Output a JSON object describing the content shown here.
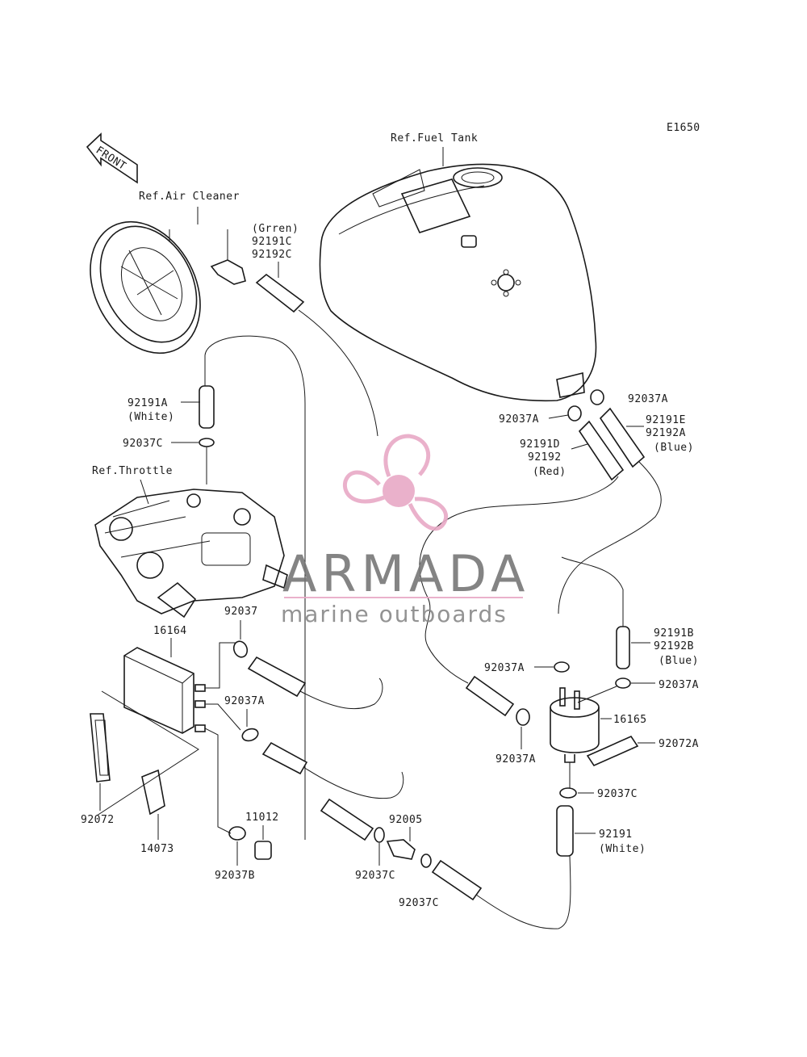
{
  "diagram": {
    "code": "E1650",
    "front_label": "FRONT",
    "refs": {
      "fuel_tank": "Ref.Fuel Tank",
      "air_cleaner": "Ref.Air Cleaner",
      "throttle": "Ref.Throttle"
    },
    "labels": {
      "green": "(Grren)",
      "p92191C": "92191C",
      "p92192C": "92192C",
      "p92191A": "92191A",
      "white_a": "(White)",
      "p92037C_top": "92037C",
      "p92037A_tank_r": "92037A",
      "p92037A_tank_l": "92037A",
      "p92191E": "92191E",
      "p92192A": "92192A",
      "blue_a": "(Blue)",
      "p92191D": "92191D",
      "p92192": "92192",
      "red": "(Red)",
      "p16164": "16164",
      "p92037": "92037",
      "p92037A_mid": "92037A",
      "p92191B": "92191B",
      "p92192B": "92192B",
      "blue_b": "(Blue)",
      "p92037A_fp_l": "92037A",
      "p92037A_fp_r": "92037A",
      "p16165": "16165",
      "p92072A": "92072A",
      "p92037A_fp_b": "92037A",
      "p92037C_fp": "92037C",
      "p92191": "92191",
      "white_b": "(White)",
      "p92072": "92072",
      "p14073": "14073",
      "p11012": "11012",
      "p92037B": "92037B",
      "p92005": "92005",
      "p92037C_a": "92037C",
      "p92037C_b": "92037C"
    }
  },
  "watermark": {
    "brand": "ARMADA",
    "tagline": "marine outboards",
    "color_pink": "#e8a9c6",
    "color_gray": "#777777"
  }
}
